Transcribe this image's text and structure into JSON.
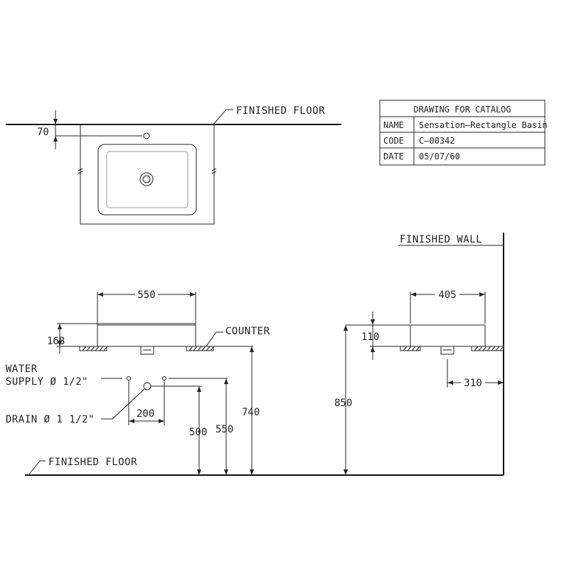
{
  "title_block": {
    "heading": "DRAWING FOR CATALOG",
    "rows": [
      {
        "key": "NAME",
        "value": "Sensation–Rectangle Basin"
      },
      {
        "key": "CODE",
        "value": "C–00342"
      },
      {
        "key": "DATE",
        "value": "05/07/60"
      }
    ]
  },
  "labels": {
    "finished_floor_top": "FINISHED FLOOR",
    "finished_floor_bottom": "FINISHED FLOOR",
    "finished_wall": "FINISHED WALL",
    "counter": "COUNTER",
    "water_supply_line1": "WATER",
    "water_supply_line2": "SUPPLY Ø 1/2\"",
    "drain": "DRAIN Ø 1 1/2\""
  },
  "dimensions": {
    "plan_offset": "70",
    "front_width": "550",
    "front_height": "168",
    "supply_spacing": "200",
    "drain_height": "500",
    "supply_height": "550",
    "counter_height": "740",
    "side_width": "405",
    "side_height": "110",
    "side_offset": "310",
    "side_total": "850"
  }
}
